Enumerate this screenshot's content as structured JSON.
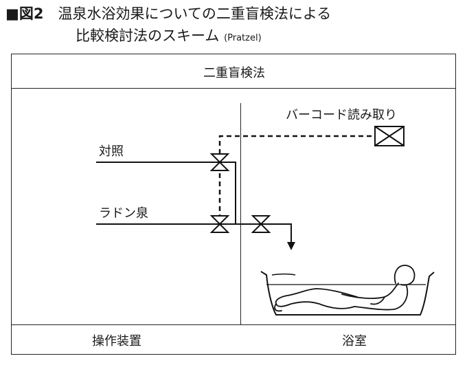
{
  "caption": {
    "marker": "■",
    "figure": "図2",
    "line1": "温泉水浴効果についての二重盲検法による",
    "line2": "比較検討法のスキーム",
    "source": "(Pratzel)"
  },
  "panel": {
    "title": "二重盲検法",
    "barcode_label": "バーコード読み取り",
    "control_label": "対照",
    "radon_label": "ラドン泉",
    "operation_label": "操作装置",
    "bath_label": "浴室"
  }
}
